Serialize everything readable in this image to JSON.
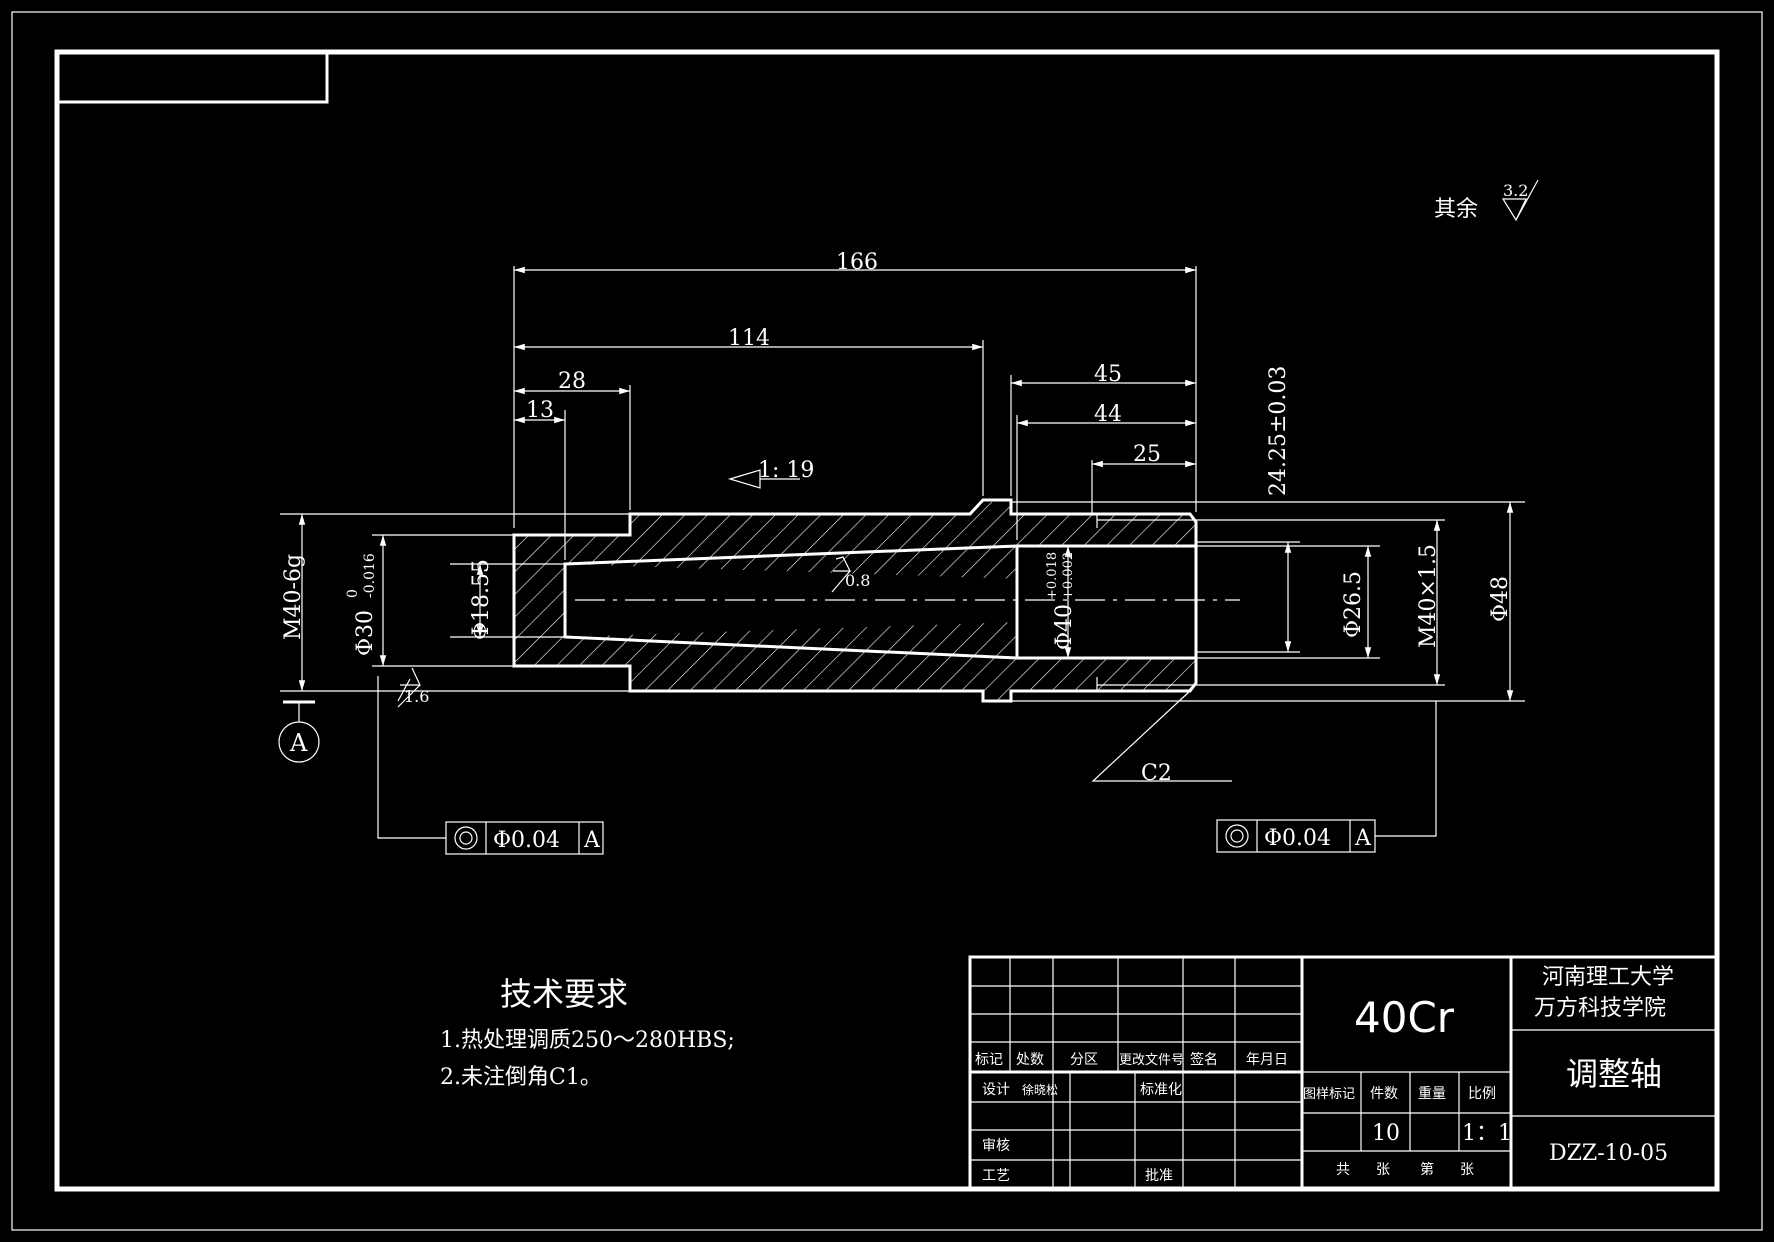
{
  "roughness_note": {
    "label": "其余",
    "value": "3.2"
  },
  "dimensions": {
    "total_length": "166",
    "taper_length": "114",
    "len_28": "28",
    "len_13": "13",
    "len_45": "45",
    "len_44": "44",
    "len_25": "25",
    "taper_ratio": "1: 19",
    "thread_outer_left": "M40-6g",
    "dia_30": "Φ30",
    "dia_30_tol_upper": "0",
    "dia_30_tol_lower": "-0.016",
    "dia_18": "Φ18.55",
    "dia_40": "Φ40",
    "dia_40_tol_upper": "+0.018",
    "dia_40_tol_lower": "+0.002",
    "dia_26": "Φ26.5",
    "thread_inner": "M40×1.5",
    "dia_48": "Φ48",
    "depth": "24.25±0.03",
    "chamfer": "C2",
    "rough_taper": "0.8",
    "rough_left": "1.6"
  },
  "datum": {
    "label": "A"
  },
  "tolerance_frames": [
    {
      "value": "Φ0.04",
      "datum": "A"
    },
    {
      "value": "Φ0.04",
      "datum": "A"
    }
  ],
  "tech_requirements": {
    "title": "技术要求",
    "items": [
      "1.热处理调质250～280HBS;",
      "2.未注倒角C1。"
    ]
  },
  "title_block": {
    "material": "40Cr",
    "school_line1": "河南理工大学",
    "school_line2": "万方科技学院",
    "part_name": "调整轴",
    "drawing_no": "DZZ-10-05",
    "rev_headers": [
      "标记",
      "处数",
      "分区",
      "更改文件号",
      "签名",
      "年月日"
    ],
    "design_label": "设计",
    "designer": "徐晓松",
    "standardize_label": "标准化",
    "review_label": "审核",
    "process_label": "工艺",
    "approve_label": "批准",
    "stage_label": "图样标记",
    "qty_label": "件数",
    "weight_label": "重量",
    "scale_label": "比例",
    "qty": "10",
    "scale": "1：1",
    "sheet_total": "共",
    "sheet_unit1": "张",
    "sheet_idx": "第",
    "sheet_unit2": "张"
  }
}
